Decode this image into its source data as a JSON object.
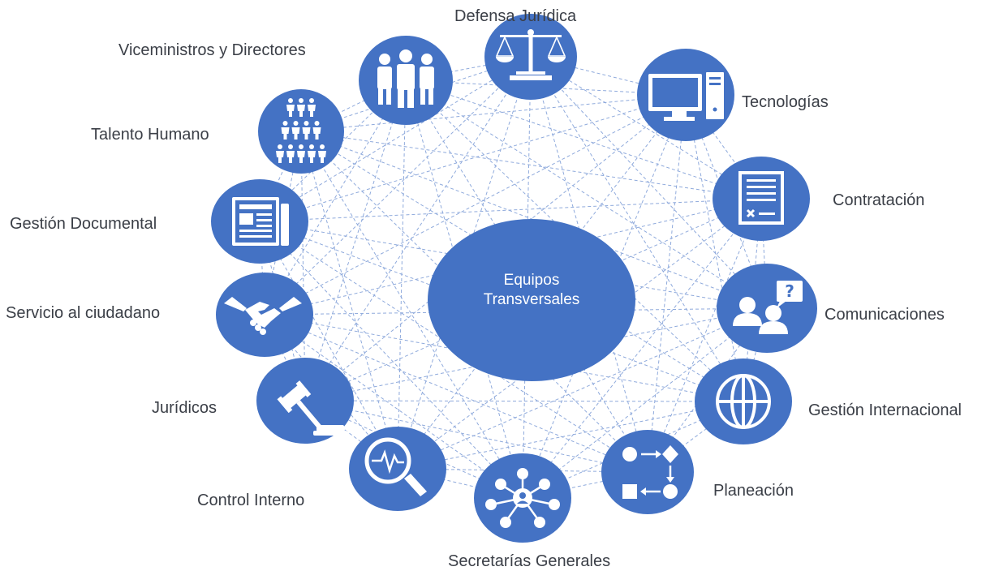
{
  "center": {
    "line1": "Equipos",
    "line2": "Transversales"
  },
  "nodes": [
    {
      "id": "defensa",
      "label": "Defensa Jurídica",
      "icon": "scales-icon"
    },
    {
      "id": "tecnologias",
      "label": "Tecnologías",
      "icon": "computer-icon"
    },
    {
      "id": "contratacion",
      "label": "Contratación",
      "icon": "contract-icon"
    },
    {
      "id": "comunicaciones",
      "label": "Comunicaciones",
      "icon": "people-question-icon"
    },
    {
      "id": "internacional",
      "label": "Gestión Internacional",
      "icon": "globe-icon"
    },
    {
      "id": "planeacion",
      "label": "Planeación",
      "icon": "flowchart-icon"
    },
    {
      "id": "secretarias",
      "label": "Secretarías Generales",
      "icon": "network-icon"
    },
    {
      "id": "control",
      "label": "Control Interno",
      "icon": "magnifier-icon"
    },
    {
      "id": "juridicos",
      "label": "Jurídicos",
      "icon": "gavel-icon"
    },
    {
      "id": "servicio",
      "label": "Servicio al ciudadano",
      "icon": "handshake-icon"
    },
    {
      "id": "documental",
      "label": "Gestión Documental",
      "icon": "newspaper-icon"
    },
    {
      "id": "talento",
      "label": "Talento Humano",
      "icon": "crowd-icon"
    },
    {
      "id": "viceministros",
      "label": "Viceministros y Directores",
      "icon": "group-icon"
    }
  ],
  "colors": {
    "node": "#4472c4",
    "line": "#8faadc",
    "text": "#3b3f47",
    "icon": "#ffffff"
  }
}
